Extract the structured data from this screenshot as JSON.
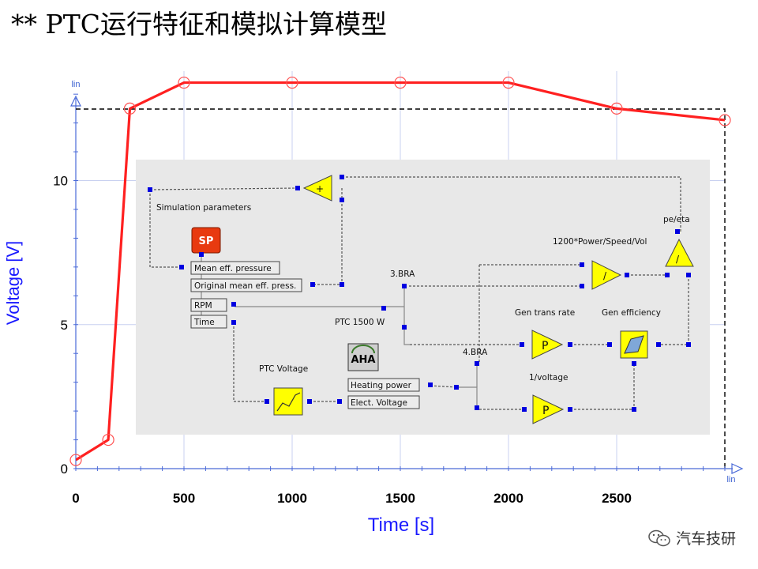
{
  "slide": {
    "title": "**  PTC运行特征和模拟计算模型",
    "watermark": "汽车技研",
    "watermark_icon": "wechat-icon"
  },
  "chart_data": {
    "type": "line",
    "xlabel": "Time [s]",
    "ylabel": "Voltage [V]",
    "x_scale": "lin",
    "y_scale": "lin",
    "xlim": [
      0,
      3000
    ],
    "ylim": [
      0,
      13.8
    ],
    "x_ticks": [
      0,
      500,
      1000,
      1500,
      2000,
      2500
    ],
    "y_ticks": [
      0,
      5,
      10
    ],
    "grid": true,
    "series": [
      {
        "color": "#ff2020",
        "x": [
          0,
          150,
          250,
          500,
          1000,
          1500,
          2000,
          2500,
          3000
        ],
        "y": [
          0.3,
          1.0,
          12.5,
          13.4,
          13.4,
          13.4,
          13.4,
          12.5,
          12.1
        ]
      }
    ]
  },
  "diagram": {
    "background": "#e8e8e8",
    "blocks": {
      "sim_params": "Simulation parameters",
      "sp_icon": "SP",
      "mean_eff_pressure": "Mean eff. pressure",
      "orig_mean_eff_press": "Original mean eff. press.",
      "rpm": "RPM",
      "time": "Time",
      "ptc_voltage": "PTC Voltage",
      "aha_icon": "AHA",
      "heating_power": "Heating power",
      "elect_voltage": "Elect. Voltage",
      "bra3": "3.BRA",
      "ptc1500w": "PTC 1500 W",
      "bra4": "4.BRA",
      "power_speed_vol": "1200*Power/Speed/Vol",
      "pe_eta": "pe/eta",
      "gen_trans_rate": "Gen trans rate",
      "gen_efficiency": "Gen efficiency",
      "one_over_voltage": "1/voltage",
      "adder_symbol": "+",
      "divide_symbol": "/",
      "product_symbol": "P"
    },
    "colors": {
      "sp_block": "#e83a10",
      "yellow_block": "#ffff00",
      "port": "#0000e0",
      "line": "#555555"
    }
  }
}
